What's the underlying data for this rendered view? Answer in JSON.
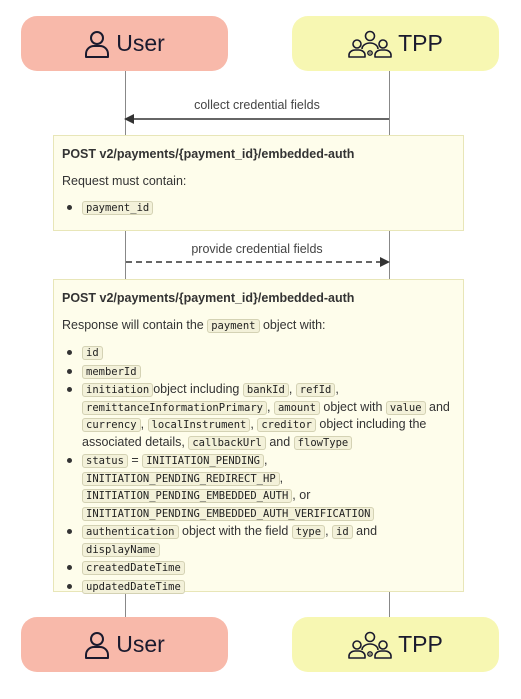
{
  "actors": {
    "user": "User",
    "tpp": "TPP"
  },
  "messages": [
    {
      "label": "collect credential fields",
      "direction": "tpp-to-user",
      "style": "solid"
    },
    {
      "label": "provide credential fields",
      "direction": "user-to-tpp",
      "style": "dashed"
    }
  ],
  "request_note": {
    "title": "POST v2/payments/{payment_id}/embedded-auth",
    "intro": "Request must contain:",
    "items": [
      "payment_id"
    ]
  },
  "response_note": {
    "title": "POST v2/payments/{payment_id}/embedded-auth",
    "intro_before": "Response will contain the ",
    "intro_code": "payment",
    "intro_after": " object with:",
    "id": "id",
    "memberId": "memberId",
    "initiation": {
      "code1": "initiation",
      "t1": "object including ",
      "code2": "bankId",
      "t2": ", ",
      "code3": "refId",
      "t3": ",",
      "code4": "remittanceInformationPrimary",
      "t4": ", ",
      "code5": "amount",
      "t5": " object with ",
      "code6": "value",
      "t6": " and ",
      "code7": "currency",
      "t7": ", ",
      "code8": "localInstrument",
      "t8": ", ",
      "code9": "creditor",
      "t9": " object including the associated details, ",
      "code10": "callbackUrl",
      "t10": " and ",
      "code11": "flowType"
    },
    "status": {
      "code1": "status",
      "t1": " = ",
      "code2": "INITIATION_PENDING",
      "t2": ",",
      "code3": "INITIATION_PENDING_REDIRECT_HP",
      "t3": ",",
      "code4": "INITIATION_PENDING_EMBEDDED_AUTH",
      "t4": ", or",
      "code5": "INITIATION_PENDING_EMBEDDED_AUTH_VERIFICATION"
    },
    "authentication": {
      "code1": "authentication",
      "t1": " object with the field ",
      "code2": "type",
      "t2": ", ",
      "code3": "id",
      "t3": " and",
      "code4": "displayName"
    },
    "createdDateTime": "createdDateTime",
    "updatedDateTime": "updatedDateTime"
  },
  "colors": {
    "user_actor": "#f8b9aa",
    "tpp_actor": "#f7f7b2",
    "note_bg": "#fefdeb",
    "lifeline": "#888888"
  },
  "icons": {
    "user": "person-icon",
    "tpp": "group-icon"
  }
}
